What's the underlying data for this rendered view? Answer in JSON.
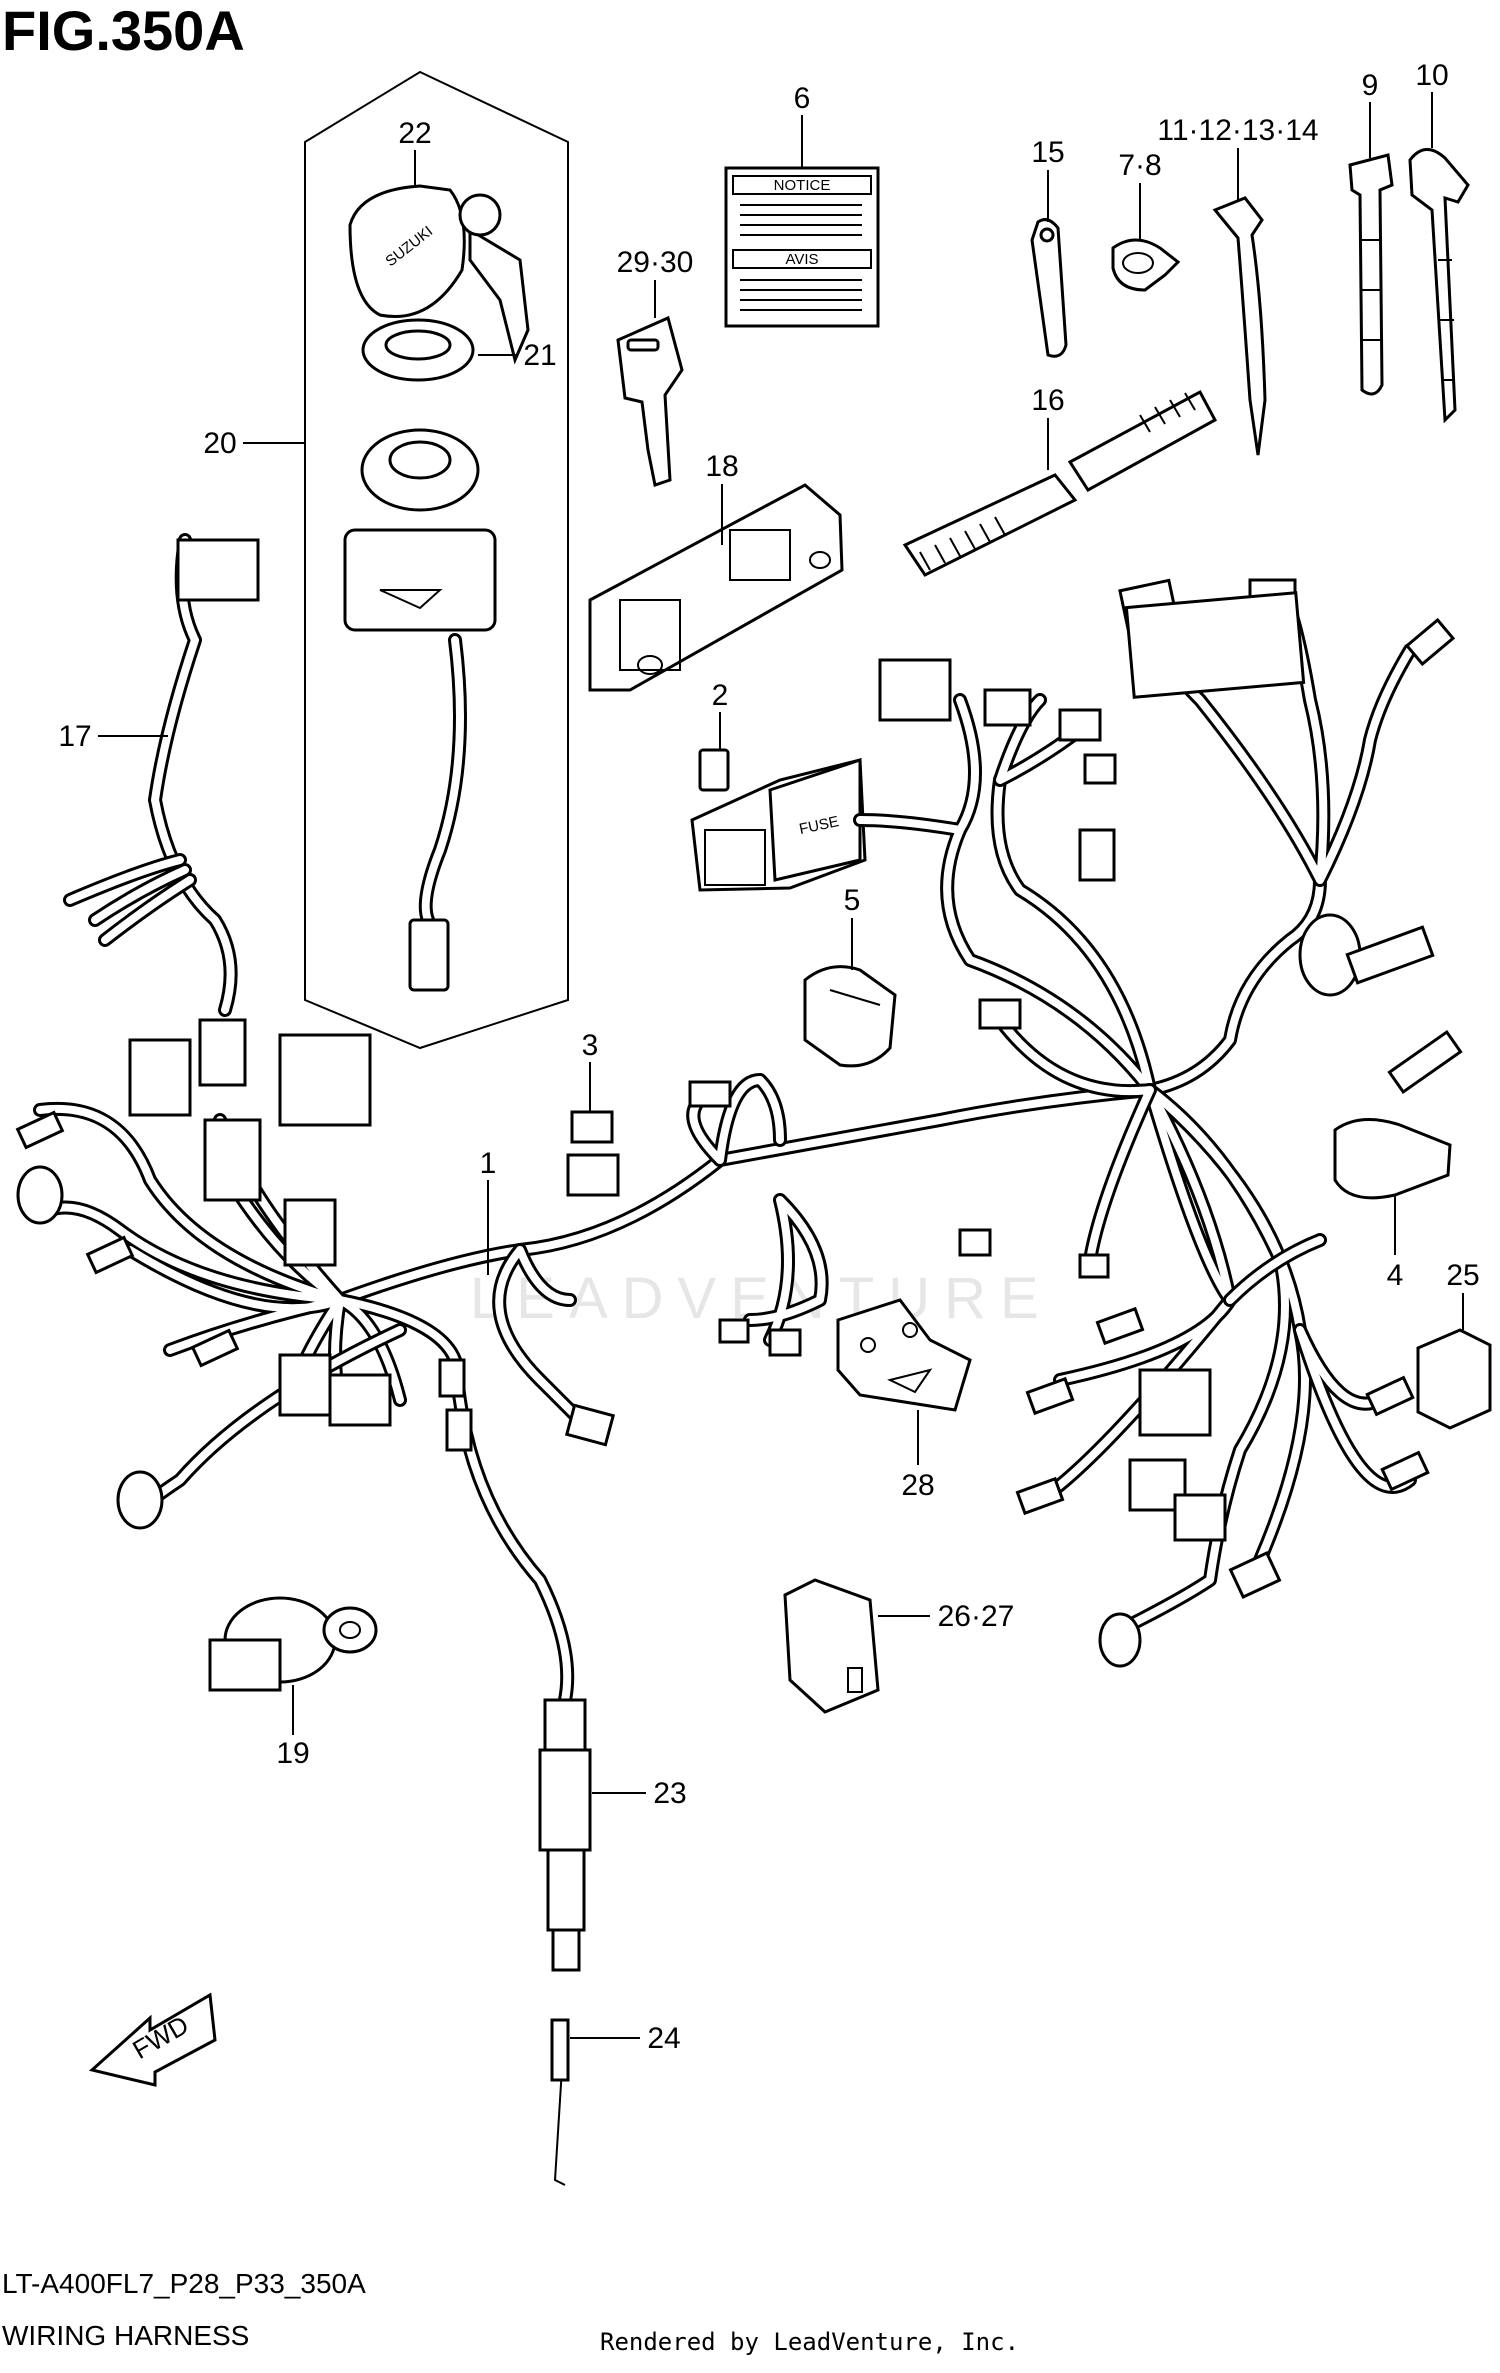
{
  "figure": {
    "title": "FIG.350A",
    "model_code": "LT-A400FL7_P28_P33_350A",
    "name": "WIRING HARNESS",
    "credit": "Rendered by LeadVenture, Inc.",
    "watermark": "LEADVENTURE"
  },
  "part_labels": {
    "key_brand": "SUZUKI",
    "label_notice": "NOTICE",
    "label_avis": "AVIS",
    "fuse": "FUSE",
    "fwd": "FWD"
  },
  "callouts": {
    "c1": "1",
    "c2": "2",
    "c3": "3",
    "c4": "4",
    "c5": "5",
    "c6": "6",
    "c78": "7·8",
    "c9": "9",
    "c10": "10",
    "c11_14": "11·12·13·14",
    "c15": "15",
    "c16": "16",
    "c17": "17",
    "c18": "18",
    "c19": "19",
    "c20": "20",
    "c21": "21",
    "c22": "22",
    "c23": "23",
    "c24": "24",
    "c25": "25",
    "c2627": "26·27",
    "c28": "28",
    "c2930": "29·30"
  }
}
